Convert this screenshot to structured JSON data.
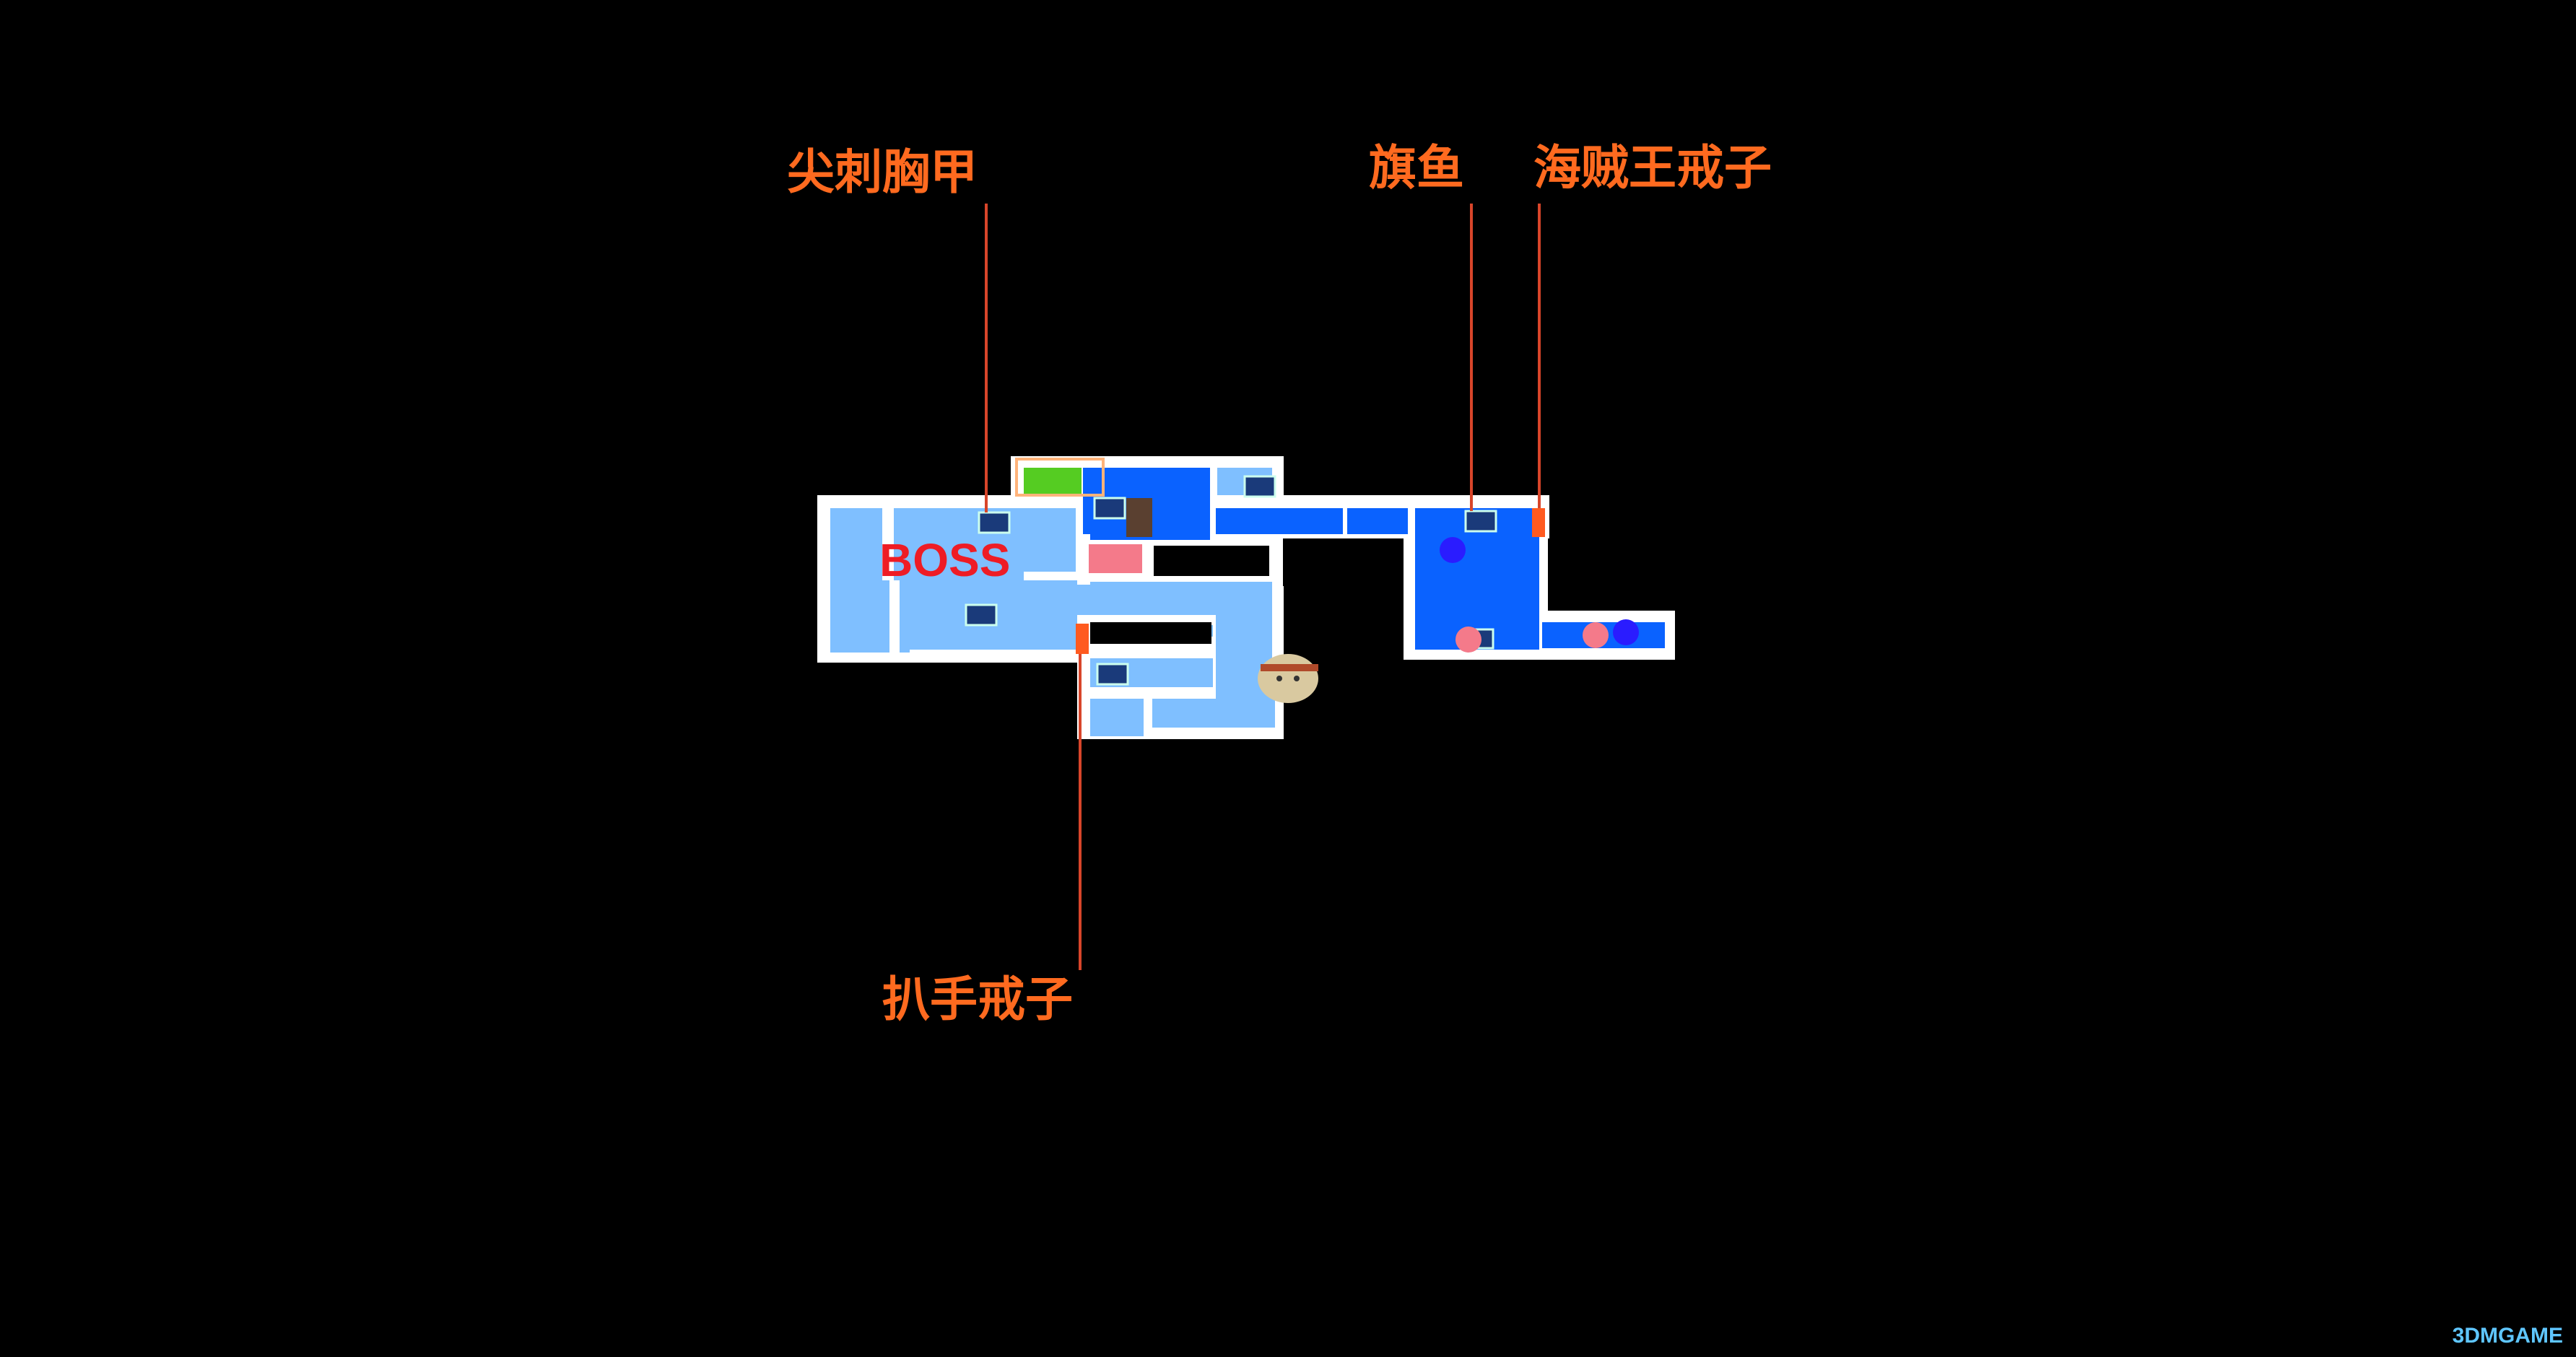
{
  "map": {
    "boss_label": "BOSS",
    "markers": [
      {
        "id": "spike-armor",
        "label": "尖刺胸甲"
      },
      {
        "id": "swordfish",
        "label": "旗鱼"
      },
      {
        "id": "pirate-king-ring",
        "label": "海贼王戒子"
      },
      {
        "id": "grab-ring",
        "label": "扒手戒子"
      }
    ]
  },
  "colors": {
    "background": "#000000",
    "wall": "#ffffff",
    "explored_room": "#7fbfff",
    "current_area": "#0a62ff",
    "label": "#ff6a1f",
    "boss_label": "#ee1c25",
    "door_marker": "#ff5a1f",
    "enemy_dot_blue": "#2a1cff",
    "enemy_dot_pink": "#f47a8a"
  },
  "icons": [
    "treasure-chest-icon",
    "save-point-icon",
    "player-ghost-icon",
    "door-marker-icon"
  ],
  "watermark": "3DMGAME"
}
